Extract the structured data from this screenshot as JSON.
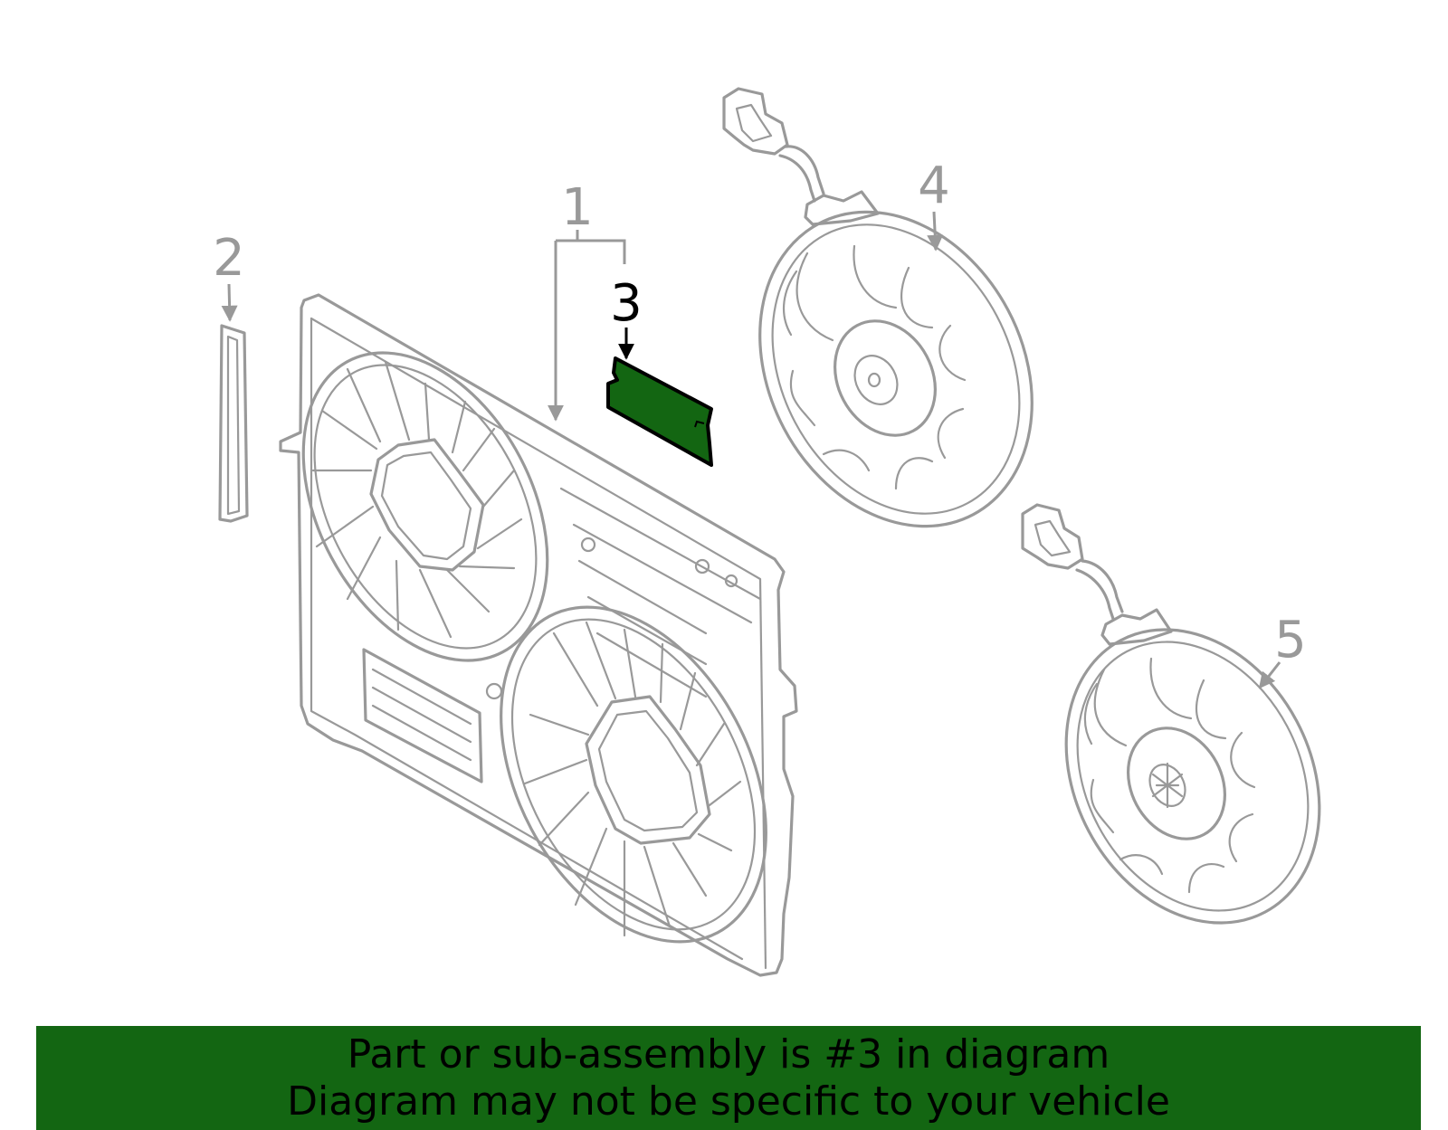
{
  "colors": {
    "line_art": "#999999",
    "highlight_fill": "#136612",
    "highlight_stroke": "#000000",
    "banner_bg": "#136612",
    "banner_text": "#000000"
  },
  "callouts": {
    "part1": "1",
    "part2": "2",
    "part3": "3",
    "part4": "4",
    "part5": "5"
  },
  "highlighted_part": "3",
  "banner": {
    "line1": "Part or sub-assembly is #3 in diagram",
    "line2": "Diagram may not be specific to your vehicle"
  }
}
